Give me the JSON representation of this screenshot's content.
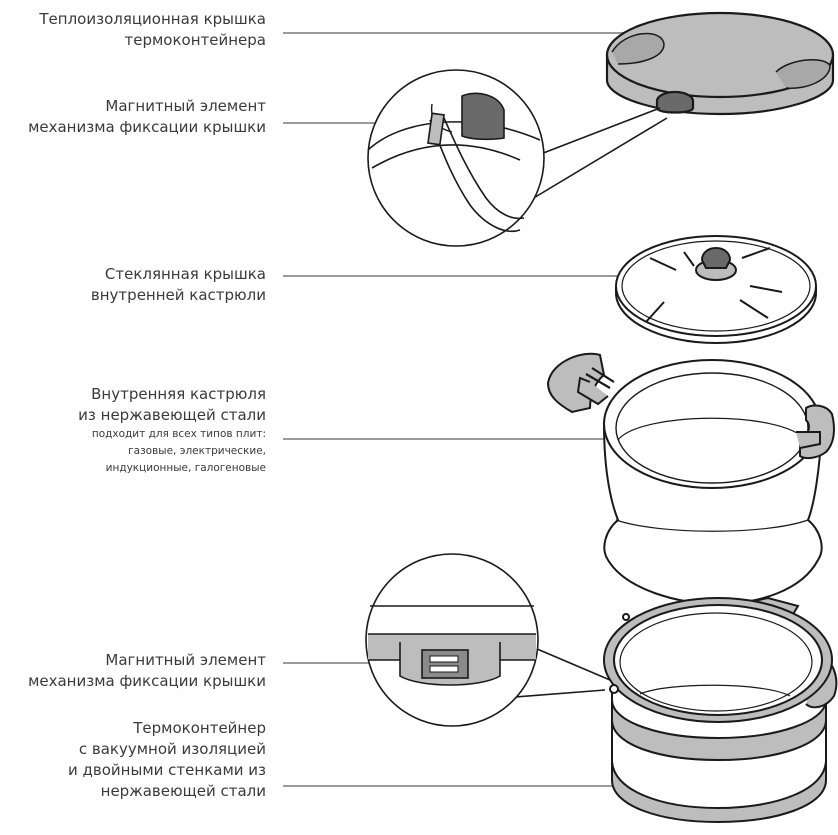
{
  "callouts": [
    {
      "lines": [
        "Теплоизоляционная крышка",
        "термоконтейнера"
      ]
    },
    {
      "lines": [
        "Магнитный элемент",
        "механизма фиксации крышки"
      ]
    },
    {
      "lines": [
        "Стеклянная крышка",
        "внутренней кастрюли"
      ]
    },
    {
      "lines": [
        "Внутренняя кастрюля",
        "из нержавеющей стали"
      ],
      "note": [
        "подходит для всех типов плит:",
        "газовые, электрические,",
        "индукционные, галогеновые"
      ]
    },
    {
      "lines": [
        "Магнитный элемент",
        "механизма фиксации крышки"
      ]
    },
    {
      "lines": [
        "Термоконтейнер",
        "с вакуумной изоляцией",
        "и двойными стенками из",
        "нержавеющей стали"
      ]
    }
  ],
  "colors": {
    "line": "#9a9a9a",
    "outline": "#1a1a1a",
    "gray": "#bdbdbd",
    "dark": "#6a6a6a",
    "text": "#3a3a3a"
  }
}
